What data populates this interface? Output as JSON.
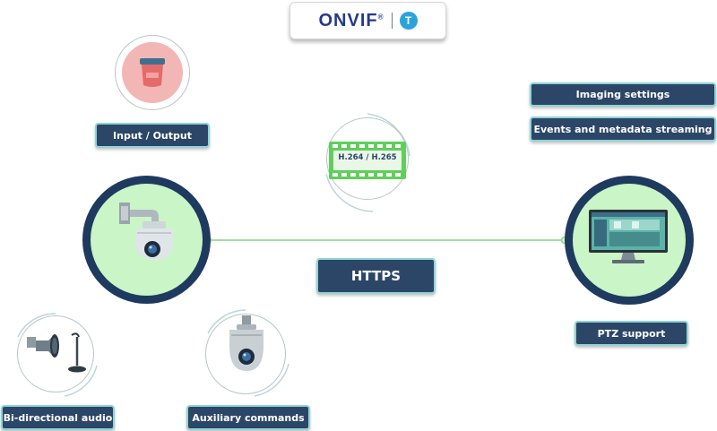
{
  "logo": {
    "brand": "ONVIF",
    "registered": "®",
    "profile": "T"
  },
  "labels": {
    "input_output": "Input / Output",
    "imaging_settings": "Imaging settings",
    "events_metadata": "Events and metadata streaming",
    "https": "HTTPS",
    "ptz_support": "PTZ support",
    "bidirectional_audio": "Bi-directional audio",
    "auxiliary_commands": "Auxiliary commands"
  },
  "codec": {
    "text": "H.264 / H.265"
  },
  "icons": {
    "io": "io-alarm-icon",
    "codec": "film-strip-icon",
    "camera": "ptz-camera-icon",
    "monitor": "monitor-icon",
    "audio": "microphone-speaker-icon",
    "dome": "dome-camera-icon"
  },
  "colors": {
    "navy": "#1f3a5f",
    "label_bg": "#2c4668",
    "label_border": "#8fd4d6",
    "mint": "#c9f5c7",
    "connector": "#9fe0a0",
    "brand_blue": "#243a8a",
    "profile_t": "#2aa3dc"
  }
}
